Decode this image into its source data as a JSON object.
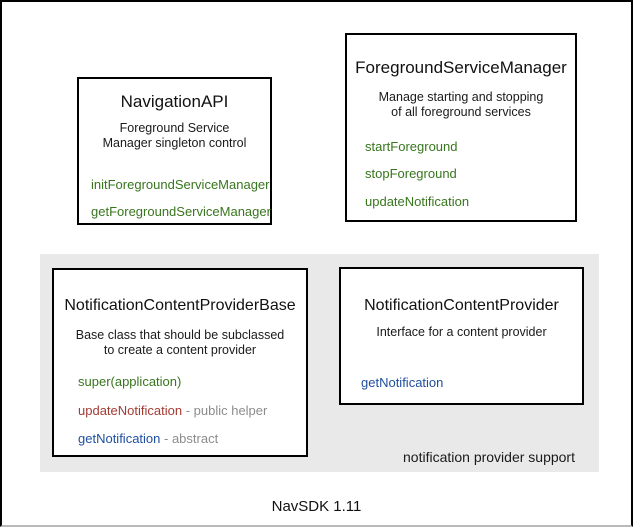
{
  "canvas": {
    "caption": "NavSDK 1.11",
    "group_label": "notification provider support",
    "colors": {
      "frame_border": "#000000",
      "frame_bottom": "#b9b9b9",
      "group_bg": "#e9e9e9",
      "title_text": "#111111",
      "desc_text": "#1a1a1a",
      "method_green": "#38761d",
      "method_red": "#a33b33",
      "method_blue": "#1f4e9e",
      "suffix_gray": "#8c8c8c"
    },
    "boxes": {
      "navigation_api": {
        "title": "NavigationAPI",
        "desc1": "Foreground Service",
        "desc2": "Manager singleton control",
        "methods": [
          {
            "name": "initForegroundServiceManager"
          },
          {
            "name": "getForegroundServiceManager"
          }
        ]
      },
      "foreground_service_manager": {
        "title": "ForegroundServiceManager",
        "desc1": "Manage starting and stopping",
        "desc2": "of all foreground services",
        "methods": [
          {
            "name": "startForeground"
          },
          {
            "name": "stopForeground"
          },
          {
            "name": "updateNotification"
          }
        ]
      },
      "notification_content_provider_base": {
        "title": "NotificationContentProviderBase",
        "desc1": "Base class that should be subclassed",
        "desc2": "to create a content provider",
        "methods": [
          {
            "name": "super(application)",
            "suffix": ""
          },
          {
            "name": "updateNotification",
            "suffix": " - public helper"
          },
          {
            "name": "getNotification",
            "suffix": " - abstract"
          }
        ]
      },
      "notification_content_provider": {
        "title": "NotificationContentProvider",
        "desc1": "Interface for a content provider",
        "methods": [
          {
            "name": "getNotification"
          }
        ]
      }
    }
  }
}
